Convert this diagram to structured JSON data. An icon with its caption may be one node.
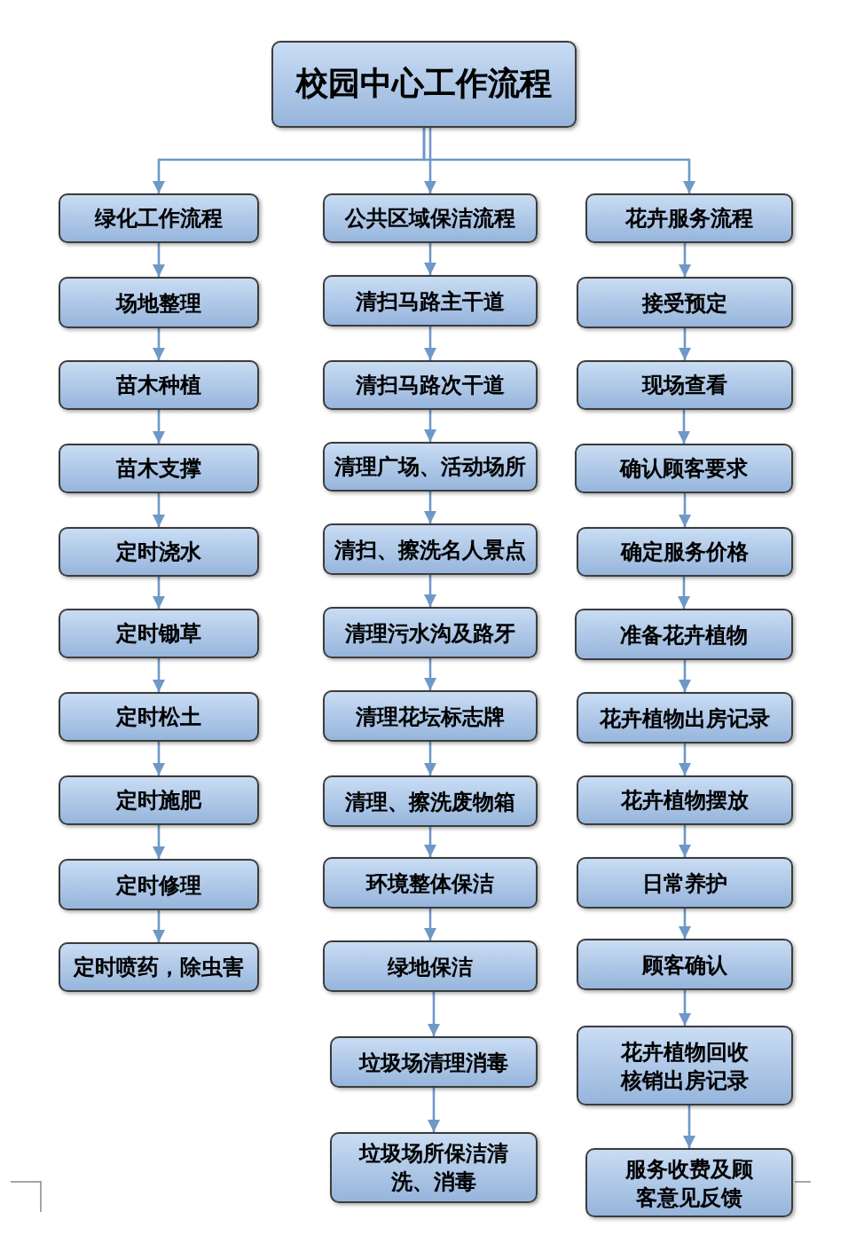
{
  "diagram": {
    "nodes": [
      {
        "text": [
          "校园中心工作流程"
        ]
      },
      {
        "text": [
          "绿化工作流程"
        ]
      },
      {
        "text": [
          "场地整理"
        ]
      },
      {
        "text": [
          "苗木种植"
        ]
      },
      {
        "text": [
          "苗木支撑"
        ]
      },
      {
        "text": [
          "定时浇水"
        ]
      },
      {
        "text": [
          "定时锄草"
        ]
      },
      {
        "text": [
          "定时松土"
        ]
      },
      {
        "text": [
          "定时施肥"
        ]
      },
      {
        "text": [
          "定时修理"
        ]
      },
      {
        "text": [
          "定时喷药，除虫害"
        ]
      },
      {
        "text": [
          "公共区域保洁流程"
        ]
      },
      {
        "text": [
          "清扫马路主干道"
        ]
      },
      {
        "text": [
          "清扫马路次干道"
        ]
      },
      {
        "text": [
          "清理广场、活动场所"
        ]
      },
      {
        "text": [
          "清扫、擦洗名人景点"
        ]
      },
      {
        "text": [
          "清理污水沟及路牙"
        ]
      },
      {
        "text": [
          "清理花坛标志牌"
        ]
      },
      {
        "text": [
          "清理、擦洗废物箱"
        ]
      },
      {
        "text": [
          "环境整体保洁"
        ]
      },
      {
        "text": [
          "绿地保洁"
        ]
      },
      {
        "text": [
          "垃圾场清理消毒"
        ]
      },
      {
        "text": [
          "垃圾场所保洁清洗、消毒"
        ]
      },
      {
        "text": [
          "花卉服务流程"
        ]
      },
      {
        "text": [
          "接受预定"
        ]
      },
      {
        "text": [
          "现场查看"
        ]
      },
      {
        "text": [
          "确认顾客要求"
        ]
      },
      {
        "text": [
          "确定服务价格"
        ]
      },
      {
        "text": [
          "准备花卉植物"
        ]
      },
      {
        "text": [
          "花卉植物出房记录"
        ]
      },
      {
        "text": [
          "花卉植物摆放"
        ]
      },
      {
        "text": [
          "日常养护"
        ]
      },
      {
        "text": [
          "顾客确认"
        ]
      },
      {
        "text": [
          "花卉植物回收核销出房记录"
        ]
      },
      {
        "text": [
          "服务收费及顾客意见反馈"
        ]
      }
    ],
    "edges": [
      {
        "from": 0,
        "to": 1,
        "arrow": "to"
      },
      {
        "from": 0,
        "to": 11,
        "arrow": "to"
      },
      {
        "from": 0,
        "to": 23,
        "arrow": "to"
      },
      {
        "from": 1,
        "to": 2,
        "arrow": "to"
      },
      {
        "from": 2,
        "to": 3,
        "arrow": "to"
      },
      {
        "from": 3,
        "to": 4,
        "arrow": "to"
      },
      {
        "from": 4,
        "to": 5,
        "arrow": "to"
      },
      {
        "from": 5,
        "to": 6,
        "arrow": "to"
      },
      {
        "from": 6,
        "to": 7,
        "arrow": "to"
      },
      {
        "from": 7,
        "to": 8,
        "arrow": "to"
      },
      {
        "from": 8,
        "to": 9,
        "arrow": "to"
      },
      {
        "from": 9,
        "to": 10,
        "arrow": "to"
      },
      {
        "from": 11,
        "to": 12,
        "arrow": "to"
      },
      {
        "from": 12,
        "to": 13,
        "arrow": "to"
      },
      {
        "from": 13,
        "to": 14,
        "arrow": "to"
      },
      {
        "from": 14,
        "to": 15,
        "arrow": "to"
      },
      {
        "from": 15,
        "to": 16,
        "arrow": "to"
      },
      {
        "from": 16,
        "to": 17,
        "arrow": "to"
      },
      {
        "from": 17,
        "to": 18,
        "arrow": "to"
      },
      {
        "from": 18,
        "to": 19,
        "arrow": "to"
      },
      {
        "from": 19,
        "to": 20,
        "arrow": "to"
      },
      {
        "from": 20,
        "to": 21,
        "arrow": "to"
      },
      {
        "from": 21,
        "to": 22,
        "arrow": "to"
      },
      {
        "from": 23,
        "to": 24,
        "arrow": "to"
      },
      {
        "from": 24,
        "to": 25,
        "arrow": "to"
      },
      {
        "from": 25,
        "to": 26,
        "arrow": "to"
      },
      {
        "from": 26,
        "to": 27,
        "arrow": "to"
      },
      {
        "from": 27,
        "to": 28,
        "arrow": "to"
      },
      {
        "from": 28,
        "to": 29,
        "arrow": "to"
      },
      {
        "from": 29,
        "to": 30,
        "arrow": "to"
      },
      {
        "from": 30,
        "to": 31,
        "arrow": "to"
      },
      {
        "from": 31,
        "to": 32,
        "arrow": "to"
      },
      {
        "from": 32,
        "to": 33,
        "arrow": "to"
      },
      {
        "from": 33,
        "to": 34,
        "arrow": "to"
      }
    ]
  }
}
